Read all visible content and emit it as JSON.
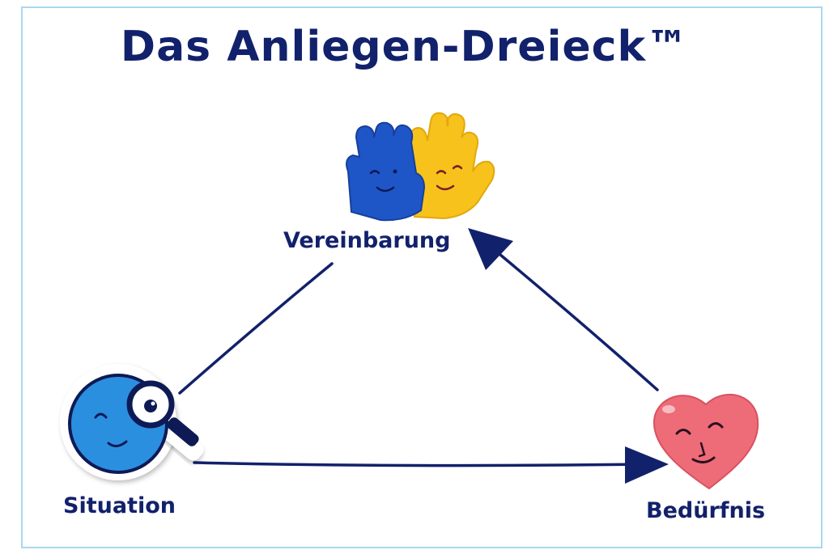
{
  "title": "Das Anliegen-Dreieck™",
  "nodes": {
    "top": {
      "label": "Vereinbarung",
      "icon": "high-five-hands-icon"
    },
    "left": {
      "label": "Situation",
      "icon": "magnifier-face-icon"
    },
    "right": {
      "label": "Bedürfnis",
      "icon": "smiling-heart-icon"
    }
  },
  "colors": {
    "text": "#12216b",
    "border": "#a9d8ee",
    "blue_hand": "#1e56c8",
    "yellow_hand": "#f7c21c",
    "magnifier_face": "#2b8fe0",
    "heart": "#ee6b78"
  }
}
